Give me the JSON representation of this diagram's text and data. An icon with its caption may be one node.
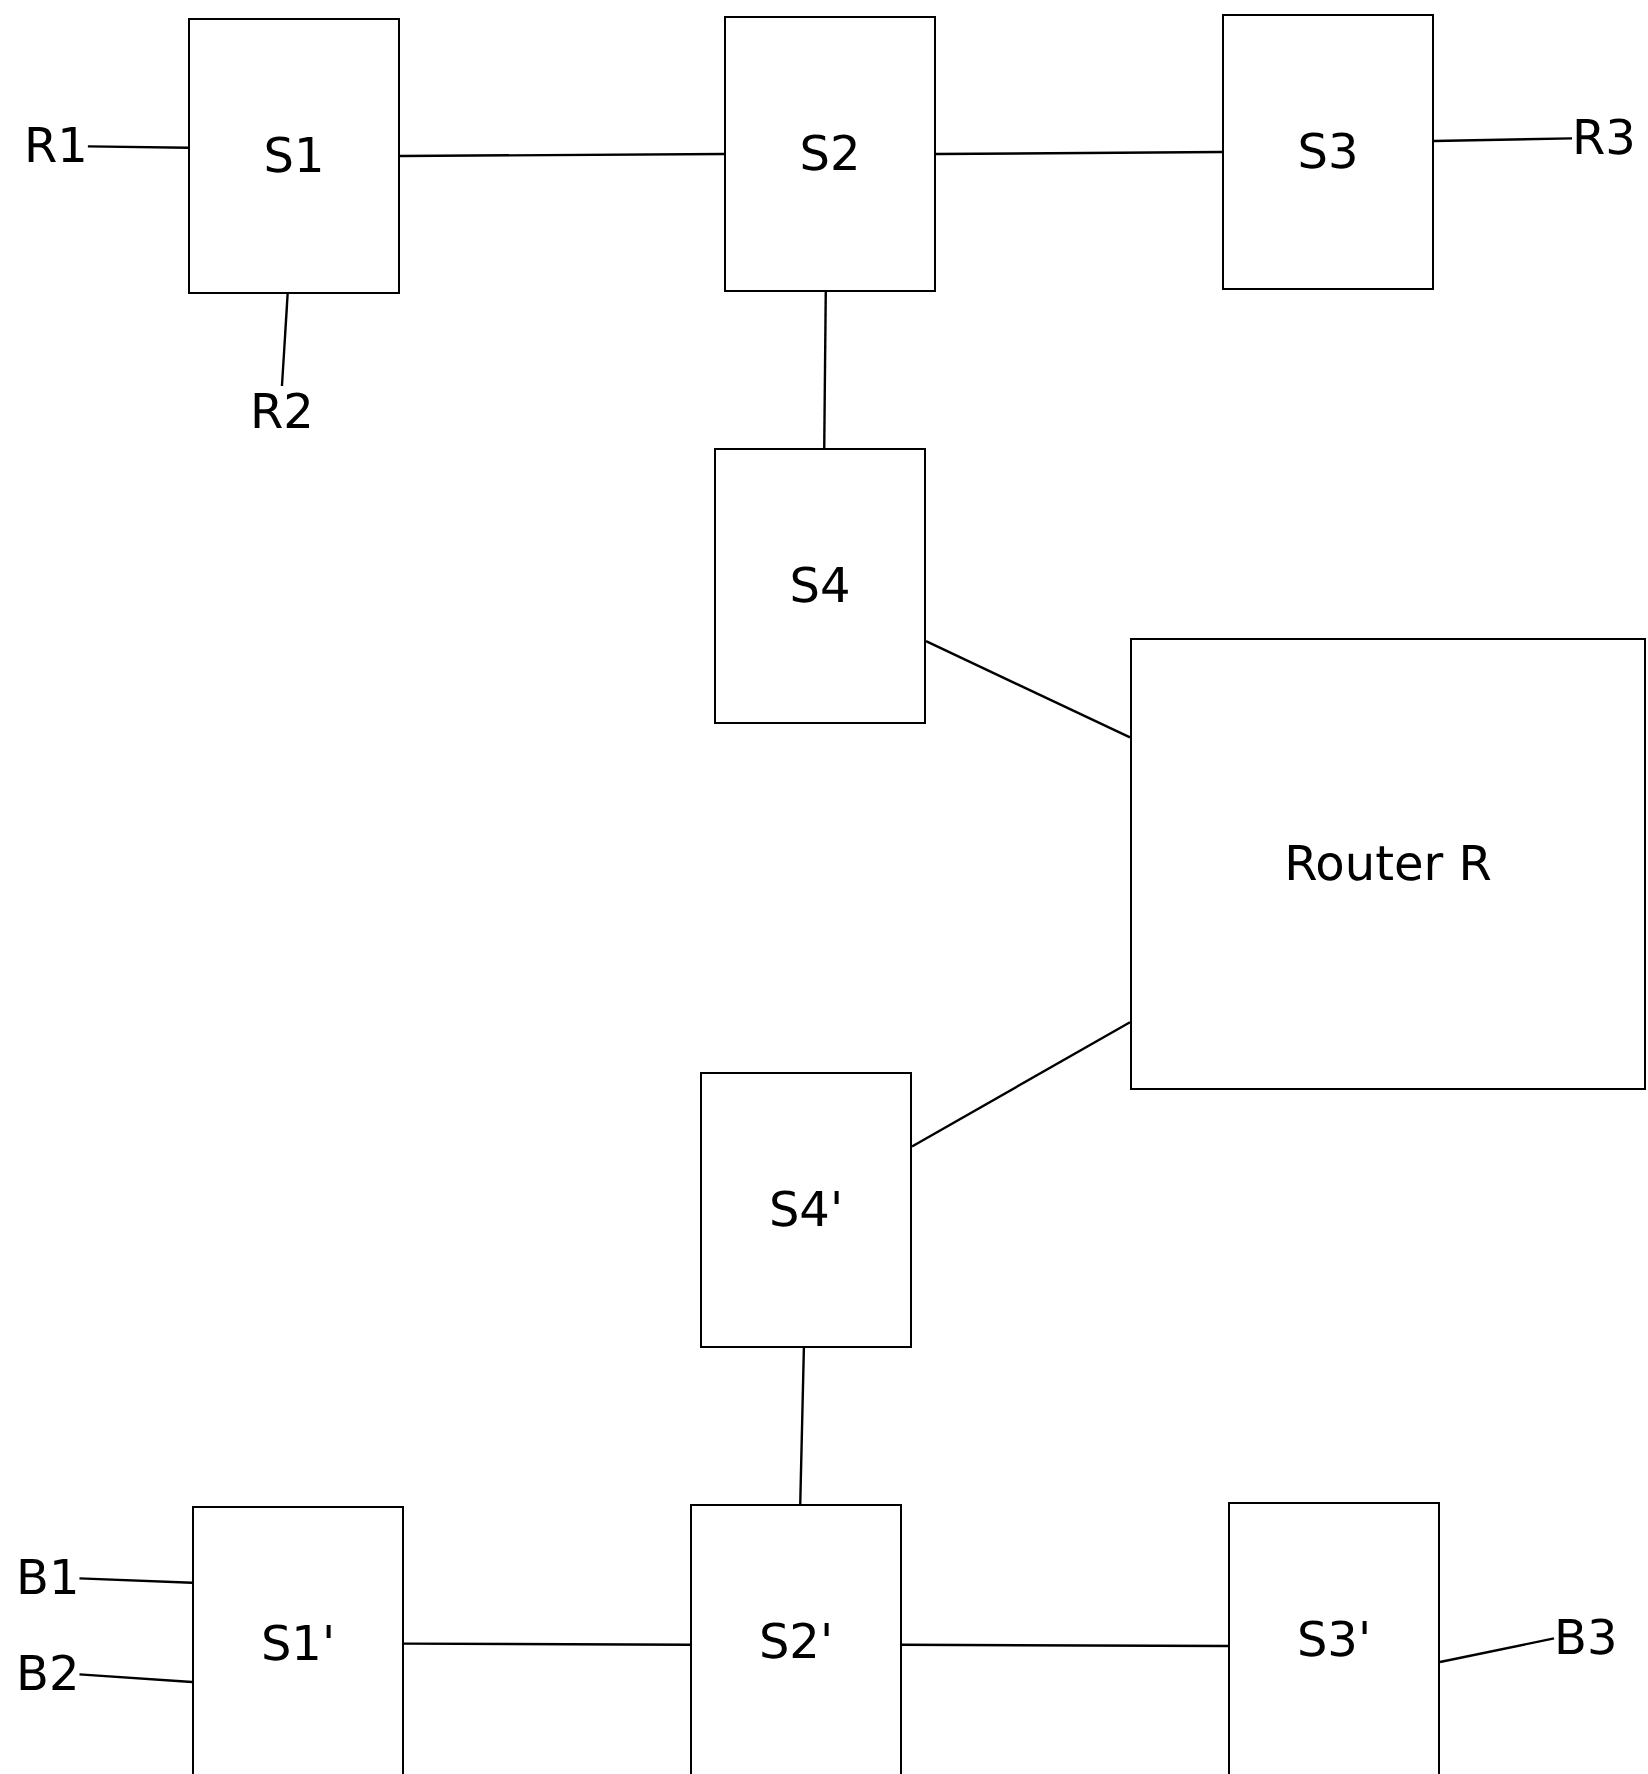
{
  "diagram": {
    "nodes": [
      {
        "text": [
          "R1"
        ]
      },
      {
        "text": [
          "S1"
        ]
      },
      {
        "text": [
          "S2"
        ]
      },
      {
        "text": [
          "S3"
        ]
      },
      {
        "text": [
          "R3"
        ]
      },
      {
        "text": [
          "R2"
        ]
      },
      {
        "text": [
          "S4"
        ]
      },
      {
        "text": [
          "Router R"
        ]
      },
      {
        "text": [
          "S4'"
        ]
      },
      {
        "text": [
          "B1"
        ]
      },
      {
        "text": [
          "S1'"
        ]
      },
      {
        "text": [
          "S2'"
        ]
      },
      {
        "text": [
          "S3'"
        ]
      },
      {
        "text": [
          "B3"
        ]
      },
      {
        "text": [
          "B2"
        ]
      }
    ],
    "edges": [
      {
        "from": 0,
        "to": 1,
        "arrow": "none"
      },
      {
        "from": 1,
        "to": 2,
        "arrow": "none"
      },
      {
        "from": 2,
        "to": 3,
        "arrow": "none"
      },
      {
        "from": 3,
        "to": 4,
        "arrow": "none"
      },
      {
        "from": 1,
        "to": 5,
        "arrow": "none"
      },
      {
        "from": 2,
        "to": 6,
        "arrow": "none"
      },
      {
        "from": 6,
        "to": 7,
        "arrow": "none"
      },
      {
        "from": 7,
        "to": 8,
        "arrow": "none"
      },
      {
        "from": 8,
        "to": 11,
        "arrow": "none"
      },
      {
        "from": 9,
        "to": 10,
        "arrow": "none"
      },
      {
        "from": 14,
        "to": 10,
        "arrow": "none"
      },
      {
        "from": 10,
        "to": 11,
        "arrow": "none"
      },
      {
        "from": 11,
        "to": 12,
        "arrow": "none"
      },
      {
        "from": 12,
        "to": 13,
        "arrow": "none"
      }
    ]
  }
}
